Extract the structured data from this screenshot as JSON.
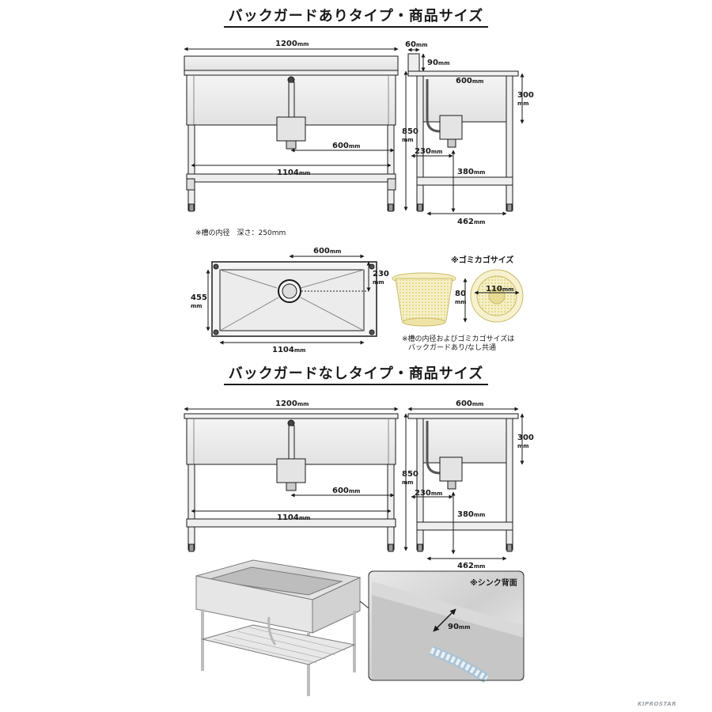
{
  "sections": {
    "with_backguard": {
      "title": "バックガードありタイプ・商品サイズ"
    },
    "without_backguard": {
      "title": "バックガードなしタイプ・商品サイズ"
    }
  },
  "unit": "mm",
  "top_front": {
    "width": "1200",
    "bowl_offset": "600",
    "inner_width": "1104"
  },
  "top_side": {
    "bg_thickness": "60",
    "bg_height": "90",
    "depth": "600",
    "bowl_depth": "300",
    "height": "850",
    "drain_offset": "230",
    "drain_height": "380",
    "leg_span": "462"
  },
  "bowl_note": "※槽の内径　深さ：250mm",
  "plan": {
    "bowl_offset": "600",
    "drain_from_back": "230",
    "inner_depth": "455",
    "inner_width": "1104"
  },
  "basket": {
    "title": "※ゴミカゴサイズ",
    "height": "80",
    "diameter": "110",
    "note_line1": "※槽の内径およびゴミカゴサイズは",
    "note_line2": "バックガードあり/なし共通"
  },
  "bottom_front": {
    "width": "1200",
    "bowl_offset": "600",
    "inner_width": "1104"
  },
  "bottom_side": {
    "depth": "600",
    "bowl_depth": "300",
    "height": "850",
    "drain_offset": "230",
    "drain_height": "380",
    "leg_span": "462"
  },
  "photo": {
    "back_label": "※シンク背面",
    "backguard_gap": "90"
  },
  "brand": "KIPROSTAR"
}
